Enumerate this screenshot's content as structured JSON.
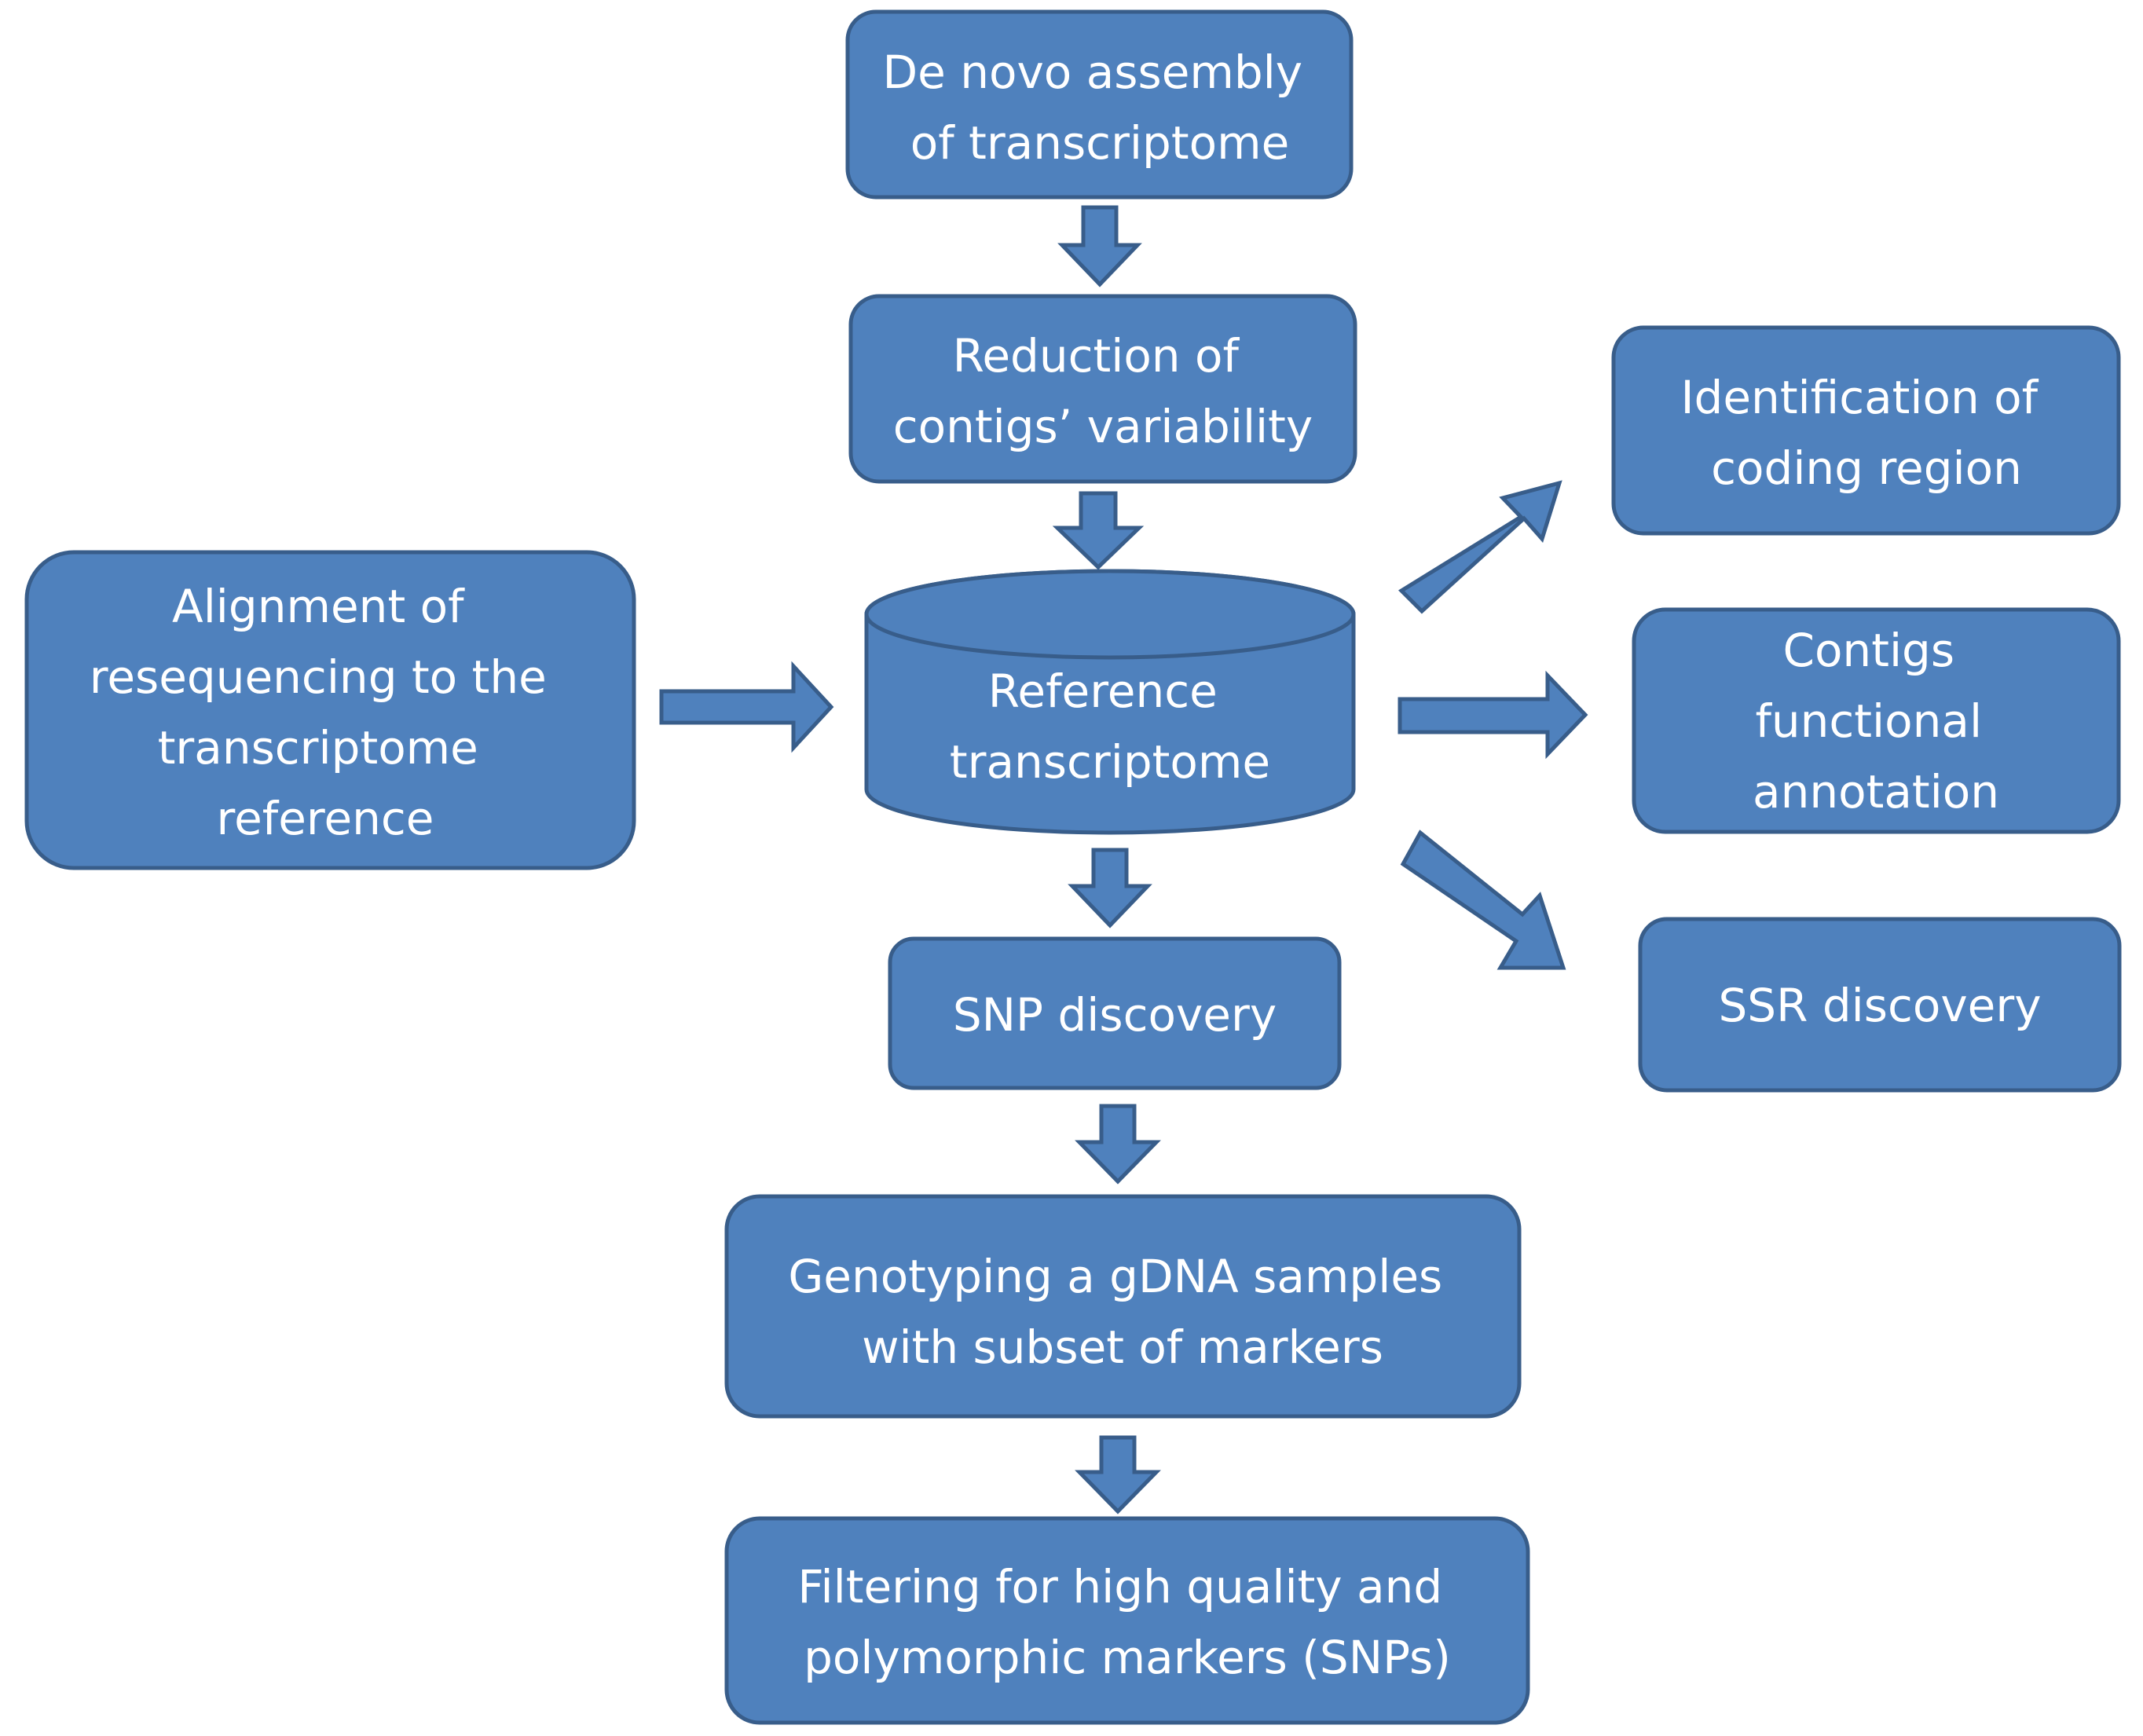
{
  "colors": {
    "box_fill": "#4F81BD",
    "box_stroke": "#385D8A",
    "text": "#FFFFFF",
    "background": "#FFFFFF"
  },
  "nodes": {
    "de_novo": {
      "lines": [
        "De novo assembly",
        "of transcriptome"
      ]
    },
    "reduction": {
      "lines": [
        "Reduction of",
        "contigs’ variability"
      ]
    },
    "alignment": {
      "lines": [
        "Alignment of",
        "resequencing to the",
        "transcriptome",
        "reference"
      ]
    },
    "reference": {
      "lines": [
        "Reference",
        "transcriptome"
      ]
    },
    "identification": {
      "lines": [
        "Identification of",
        "coding region"
      ]
    },
    "functional": {
      "lines": [
        "Contigs",
        "functional",
        "annotation"
      ]
    },
    "ssr": {
      "lines": [
        "SSR discovery"
      ]
    },
    "snp": {
      "lines": [
        "SNP discovery"
      ]
    },
    "genotyping": {
      "lines": [
        "Genotyping a gDNA samples",
        "with subset of markers"
      ]
    },
    "filtering": {
      "lines": [
        "Filtering for high quality and",
        "polymorphic  markers (SNPs)"
      ]
    }
  }
}
